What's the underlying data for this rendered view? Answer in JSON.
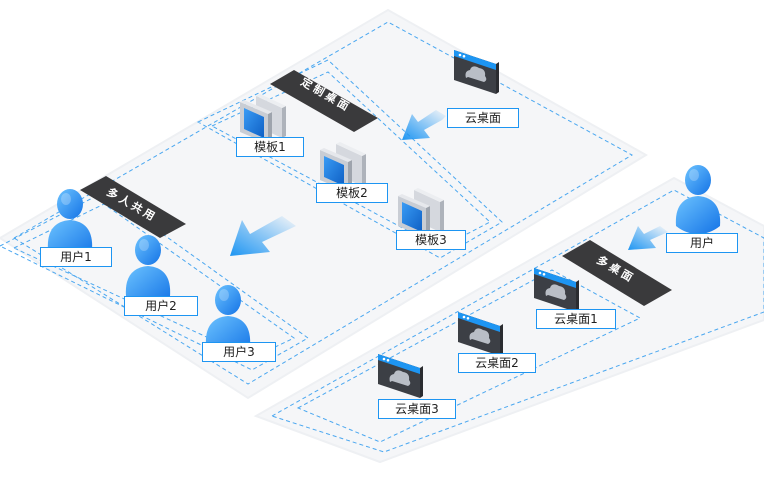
{
  "colors": {
    "accent": "#1d95f2",
    "accent_dark": "#0f6fd6",
    "tag_bg": "#3a3a3c",
    "plane": "#f5f6f8",
    "dash": "#4aa7f0"
  },
  "top_scene": {
    "custom_tag": "定制桌面",
    "multi_user_tag": "多人共用",
    "cloud_desktop": {
      "label": "云桌面",
      "icon": "cloud-desktop-icon"
    },
    "templates": [
      {
        "label": "模板1",
        "icon": "template-icon"
      },
      {
        "label": "模板2",
        "icon": "template-icon"
      },
      {
        "label": "模板3",
        "icon": "template-icon"
      }
    ],
    "users": [
      {
        "label": "用户1",
        "icon": "user-icon"
      },
      {
        "label": "用户2",
        "icon": "user-icon"
      },
      {
        "label": "用户3",
        "icon": "user-icon"
      }
    ]
  },
  "bottom_scene": {
    "multi_desktop_tag": "多桌面",
    "user": {
      "label": "用户",
      "icon": "user-icon"
    },
    "desktops": [
      {
        "label": "云桌面1",
        "icon": "cloud-desktop-icon"
      },
      {
        "label": "云桌面2",
        "icon": "cloud-desktop-icon"
      },
      {
        "label": "云桌面3",
        "icon": "cloud-desktop-icon"
      }
    ]
  }
}
